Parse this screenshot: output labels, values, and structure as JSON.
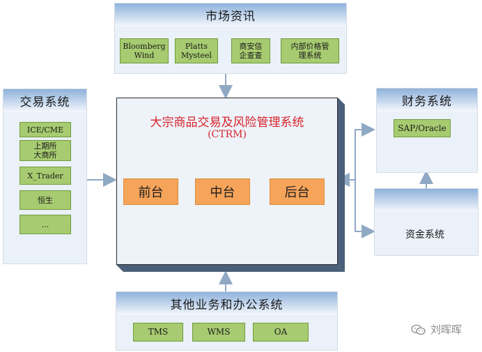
{
  "market": {
    "title": "市场资讯",
    "items": [
      "Bloomberg\nWind",
      "Platts\nMysteel",
      "商安信\n企查查",
      "内部价格管\n理系统"
    ]
  },
  "trading": {
    "title": "交易系统",
    "items": [
      "ICE/CME",
      "上期所\n大商所",
      "X_Trader",
      "恒生",
      "..."
    ]
  },
  "finance": {
    "title": "财务系统",
    "items": [
      "SAP/Oracle"
    ]
  },
  "funds": {
    "title": "资金系统"
  },
  "ctrm": {
    "title": "大宗商品交易及风险管理系统",
    "subtitle": "(CTRM)",
    "front": "前台",
    "middle": "中台",
    "back": "后台"
  },
  "other": {
    "title": "其他业务和办公系统",
    "items": [
      "TMS",
      "WMS",
      "OA"
    ]
  },
  "watermark": {
    "text": "刘晖晖"
  }
}
